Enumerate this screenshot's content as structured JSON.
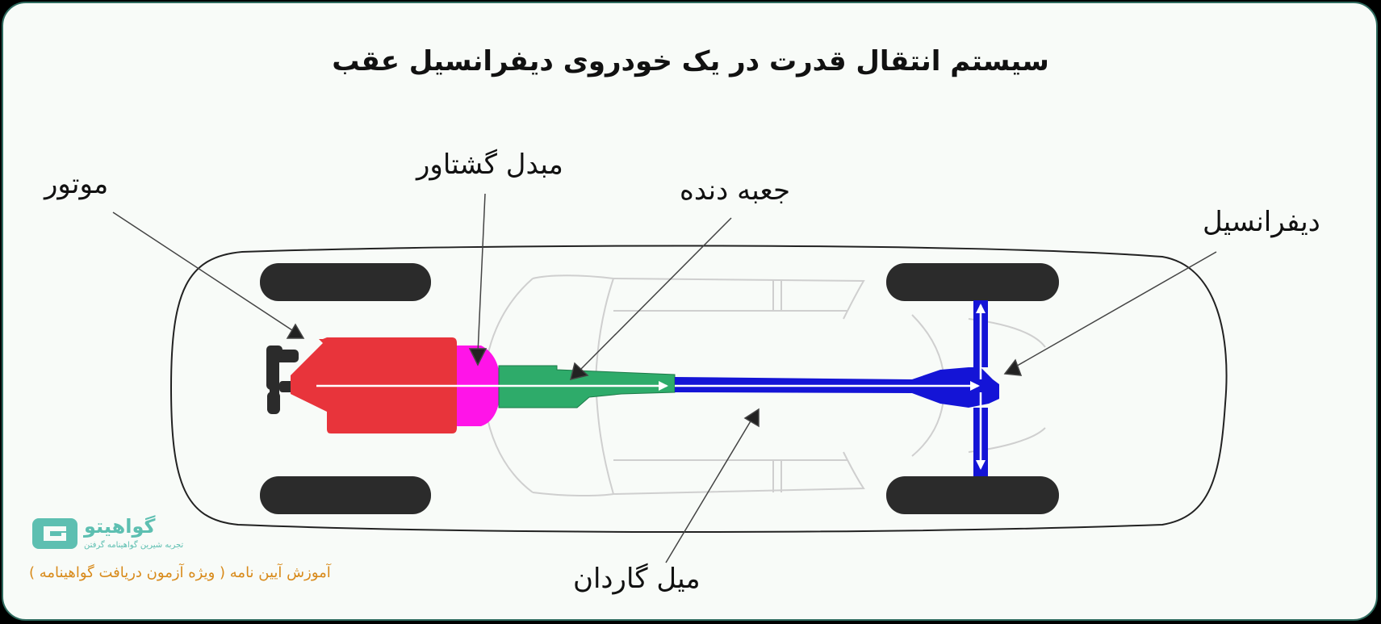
{
  "title": "سیستم انتقال قدرت در یک خودروی دیفرانسیل عقب",
  "labels": {
    "engine": "موتور",
    "torque_converter": "مبدل گشتاور",
    "gearbox": "جعبه دنده",
    "differential": "دیفرانسیل",
    "driveshaft": "میل گاردان"
  },
  "brand": {
    "name": "گواهیتو",
    "tagline": "تجربه شیرین گواهینامه گرفتن",
    "course": "آموزش آیین نامه ( ویژه آزمون دریافت گواهینامه )"
  },
  "colors": {
    "engine": "#e8343b",
    "torque_converter": "#ff14e8",
    "gearbox": "#2eab6a",
    "driveshaft": "#1414d6",
    "tire": "#2b2b2b",
    "brand": "#5dbfb1",
    "course": "#d88a1a"
  }
}
